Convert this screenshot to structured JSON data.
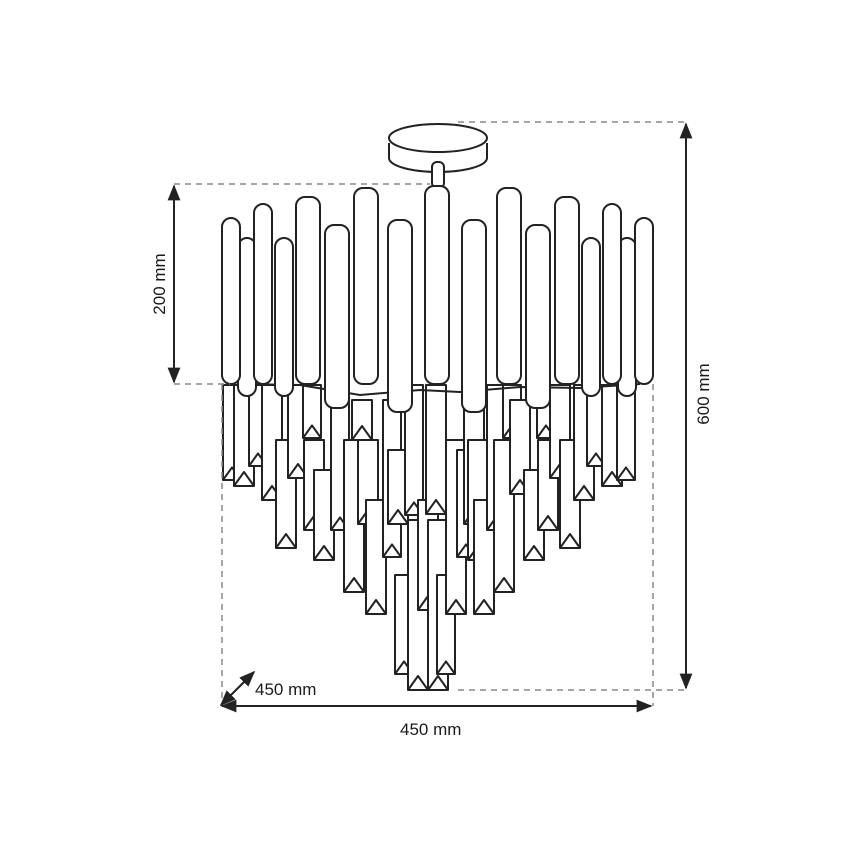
{
  "diagram": {
    "subject": "Crystal chandelier dimensional drawing",
    "line_color": "#222222",
    "dash_color": "#888888",
    "dimensions": {
      "total_height": "600 mm",
      "body_height": "200 mm",
      "width": "450 mm",
      "depth": "450 mm"
    }
  }
}
